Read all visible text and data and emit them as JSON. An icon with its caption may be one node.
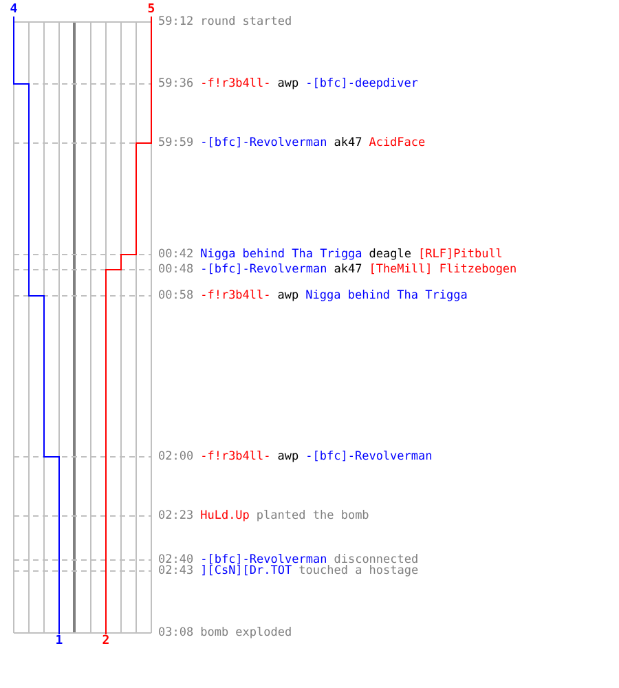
{
  "diagram": {
    "labels": [
      "4",
      "5",
      "59:12",
      "round started",
      "59:36",
      "-f!r3b4ll-",
      "awp",
      "-[bfc]-deepdiver",
      "59:59",
      "-[bfc]-Revolverman",
      "ak47",
      "AcidFace",
      "00:42",
      "Nigga behind Tha Trigga",
      "deagle",
      "[RLF]Pitbull",
      "00:48",
      "-[bfc]-Revolverman",
      "ak47",
      "[TheMill] Flitzebogen",
      "00:58",
      "-f!r3b4ll-",
      "awp",
      "Nigga behind Tha Trigga",
      "02:00",
      "-f!r3b4ll-",
      "awp",
      "-[bfc]-Revolverman",
      "02:23",
      "HuLd.Up",
      "planted the bomb",
      "02:40",
      "-[bfc]-Revolverman",
      "disconnected",
      "02:43",
      "][CsN][Dr.TOT",
      "touched a hostage",
      "03:08",
      "bomb exploded",
      "1",
      "2"
    ]
  }
}
